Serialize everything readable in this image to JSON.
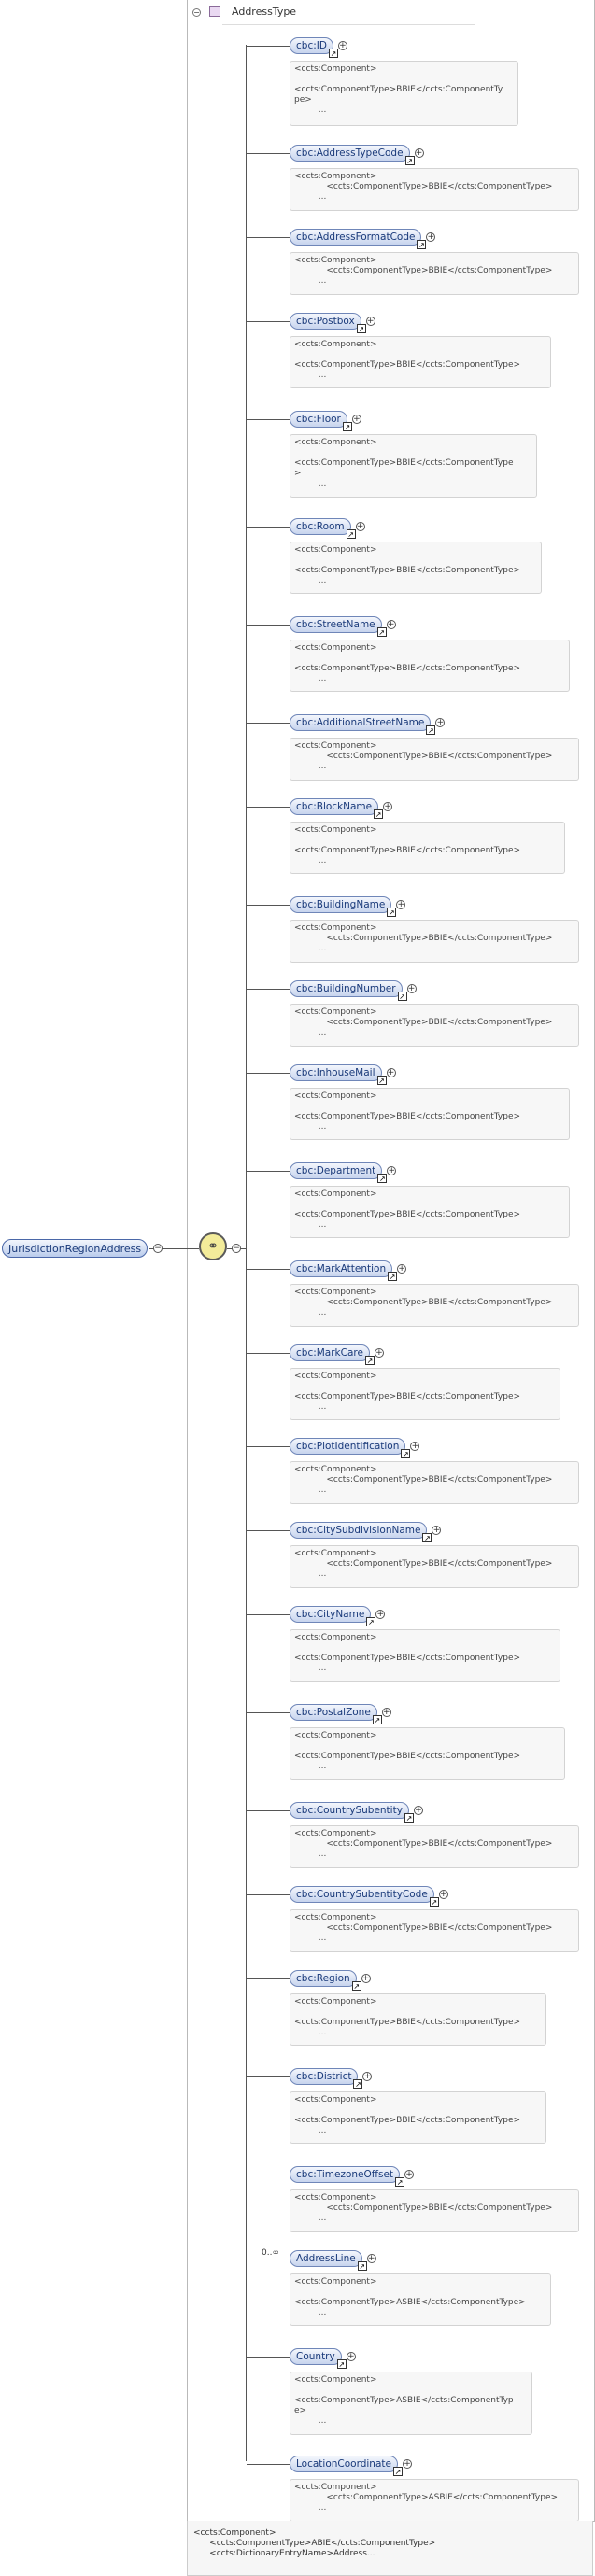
{
  "root_element": "JurisdictionRegionAddress",
  "complex_type": "AddressType",
  "sequence_icon": "sequence-icon",
  "bottom_doc": "<ccts:Component>\n      <ccts:ComponentType>ABIE</ccts:ComponentType>\n      <ccts:DictionaryEntryName>Address...",
  "elements": [
    {
      "name": "cbc:ID",
      "doc": "<ccts:Component>\n\n<ccts:ComponentType>BBIE</ccts:ComponentTy\npe>\n         ...",
      "card": ""
    },
    {
      "name": "cbc:AddressTypeCode",
      "doc": "<ccts:Component>\n            <ccts:ComponentType>BBIE</ccts:ComponentType>\n         ...",
      "card": ""
    },
    {
      "name": "cbc:AddressFormatCode",
      "doc": "<ccts:Component>\n            <ccts:ComponentType>BBIE</ccts:ComponentType>\n         ...",
      "card": ""
    },
    {
      "name": "cbc:Postbox",
      "doc": "<ccts:Component>\n\n<ccts:ComponentType>BBIE</ccts:ComponentType>\n         ...",
      "card": ""
    },
    {
      "name": "cbc:Floor",
      "doc": "<ccts:Component>\n\n<ccts:ComponentType>BBIE</ccts:ComponentType\n>\n         ...",
      "card": ""
    },
    {
      "name": "cbc:Room",
      "doc": "<ccts:Component>\n\n<ccts:ComponentType>BBIE</ccts:ComponentType>\n         ...",
      "card": ""
    },
    {
      "name": "cbc:StreetName",
      "doc": "<ccts:Component>\n\n<ccts:ComponentType>BBIE</ccts:ComponentType>\n         ...",
      "card": ""
    },
    {
      "name": "cbc:AdditionalStreetName",
      "doc": "<ccts:Component>\n            <ccts:ComponentType>BBIE</ccts:ComponentType>\n         ...",
      "card": ""
    },
    {
      "name": "cbc:BlockName",
      "doc": "<ccts:Component>\n\n<ccts:ComponentType>BBIE</ccts:ComponentType>\n         ...",
      "card": ""
    },
    {
      "name": "cbc:BuildingName",
      "doc": "<ccts:Component>\n            <ccts:ComponentType>BBIE</ccts:ComponentType>\n         ...",
      "card": ""
    },
    {
      "name": "cbc:BuildingNumber",
      "doc": "<ccts:Component>\n            <ccts:ComponentType>BBIE</ccts:ComponentType>\n         ...",
      "card": ""
    },
    {
      "name": "cbc:InhouseMail",
      "doc": "<ccts:Component>\n\n<ccts:ComponentType>BBIE</ccts:ComponentType>\n         ...",
      "card": ""
    },
    {
      "name": "cbc:Department",
      "doc": "<ccts:Component>\n\n<ccts:ComponentType>BBIE</ccts:ComponentType>\n         ...",
      "card": ""
    },
    {
      "name": "cbc:MarkAttention",
      "doc": "<ccts:Component>\n            <ccts:ComponentType>BBIE</ccts:ComponentType>\n         ...",
      "card": ""
    },
    {
      "name": "cbc:MarkCare",
      "doc": "<ccts:Component>\n\n<ccts:ComponentType>BBIE</ccts:ComponentType>\n         ...",
      "card": ""
    },
    {
      "name": "cbc:PlotIdentification",
      "doc": "<ccts:Component>\n            <ccts:ComponentType>BBIE</ccts:ComponentType>\n         ...",
      "card": ""
    },
    {
      "name": "cbc:CitySubdivisionName",
      "doc": "<ccts:Component>\n            <ccts:ComponentType>BBIE</ccts:ComponentType>\n         ...",
      "card": ""
    },
    {
      "name": "cbc:CityName",
      "doc": "<ccts:Component>\n\n<ccts:ComponentType>BBIE</ccts:ComponentType>\n         ...",
      "card": ""
    },
    {
      "name": "cbc:PostalZone",
      "doc": "<ccts:Component>\n\n<ccts:ComponentType>BBIE</ccts:ComponentType>\n         ...",
      "card": ""
    },
    {
      "name": "cbc:CountrySubentity",
      "doc": "<ccts:Component>\n            <ccts:ComponentType>BBIE</ccts:ComponentType>\n         ...",
      "card": ""
    },
    {
      "name": "cbc:CountrySubentityCode",
      "doc": "<ccts:Component>\n            <ccts:ComponentType>BBIE</ccts:ComponentType>\n         ...",
      "card": ""
    },
    {
      "name": "cbc:Region",
      "doc": "<ccts:Component>\n\n<ccts:ComponentType>BBIE</ccts:ComponentType>\n         ...",
      "card": ""
    },
    {
      "name": "cbc:District",
      "doc": "<ccts:Component>\n\n<ccts:ComponentType>BBIE</ccts:ComponentType>\n         ...",
      "card": ""
    },
    {
      "name": "cbc:TimezoneOffset",
      "doc": "<ccts:Component>\n            <ccts:ComponentType>BBIE</ccts:ComponentType>\n         ...",
      "card": ""
    },
    {
      "name": "AddressLine",
      "doc": "<ccts:Component>\n\n<ccts:ComponentType>ASBIE</ccts:ComponentType>\n         ...",
      "card": "0..∞"
    },
    {
      "name": "Country",
      "doc": "<ccts:Component>\n\n<ccts:ComponentType>ASBIE</ccts:ComponentTyp\ne>\n         ...",
      "card": ""
    },
    {
      "name": "LocationCoordinate",
      "doc": "<ccts:Component>\n            <ccts:ComponentType>ASBIE</ccts:ComponentType>\n         ...",
      "card": ""
    }
  ]
}
